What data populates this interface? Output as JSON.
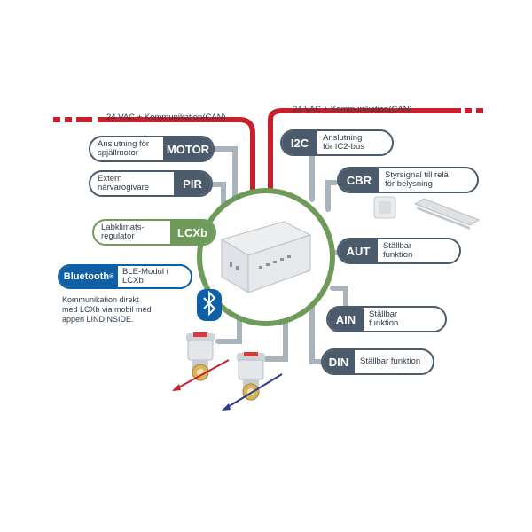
{
  "top_left_caption": "24 VAC + Kommunikation(CAN)",
  "top_right_caption": "24 VAC + Kommunikation(CAN)",
  "motor": {
    "code": "MOTOR",
    "desc_l1": "Anslutning för",
    "desc_l2": "spjällmotor"
  },
  "pir": {
    "code": "PIR",
    "desc_l1": "Extern",
    "desc_l2": "närvarogivare"
  },
  "lcxb": {
    "code": "LCXb",
    "desc_l1": "Labklimats-",
    "desc_l2": "regulator"
  },
  "bluetooth": {
    "code": "Bluetooth",
    "reg": "®",
    "desc": "BLE-Modul i LCXb",
    "note_l1": "Kommunikation direkt",
    "note_l2": "med LCXb via mobil med",
    "note_l3": "appen LINDINSIDE."
  },
  "i2c": {
    "code": "I2C",
    "desc_l1": "Anslutning",
    "desc_l2": "för IC2-bus"
  },
  "cbr": {
    "code": "CBR",
    "desc_l1": "Styrsignal till relä",
    "desc_l2": "för belysning"
  },
  "aut": {
    "code": "AUT",
    "desc_l1": "Ställbar",
    "desc_l2": "funktion"
  },
  "ain": {
    "code": "AIN",
    "desc_l1": "Ställbar",
    "desc_l2": "funktion"
  },
  "din": {
    "code": "DIN",
    "desc": "Ställbar funktion"
  },
  "colors": {
    "slate": "#4b5b6c",
    "green": "#6e9b5a",
    "blue": "#0e5fa6",
    "red": "#c8202a",
    "wire": "#a9b3bc"
  }
}
